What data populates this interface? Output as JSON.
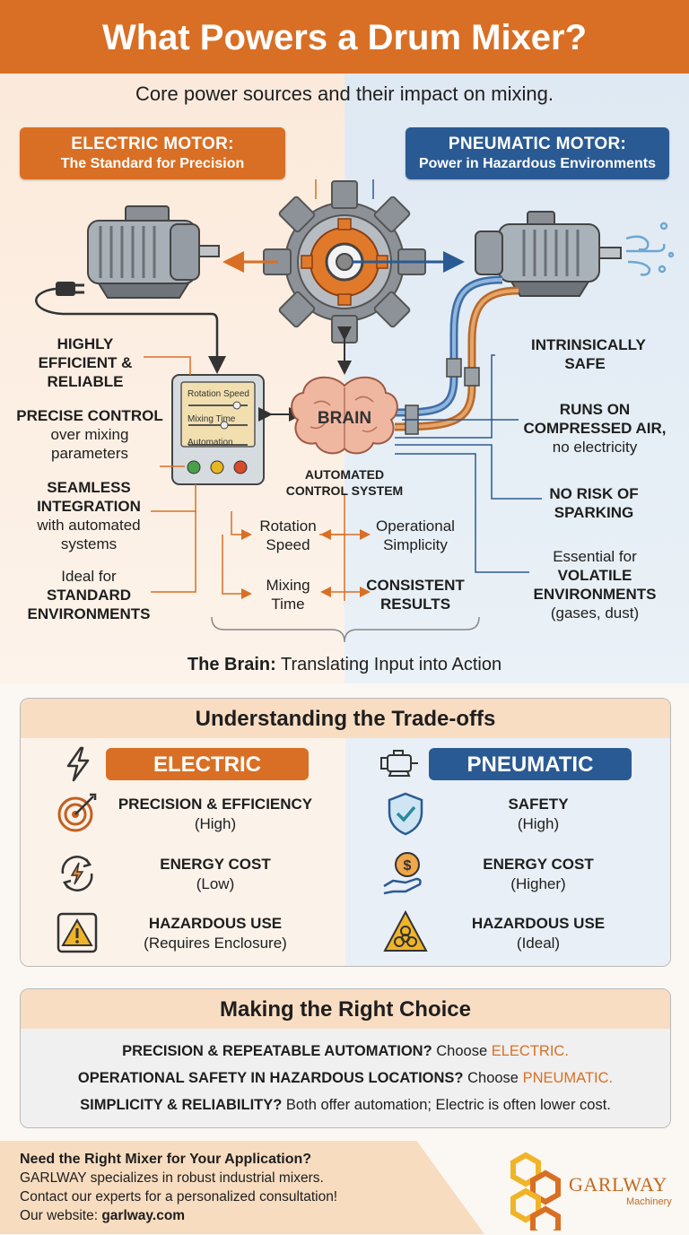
{
  "header": {
    "title": "What Powers a Drum Mixer?"
  },
  "subtitle": "Core power sources and their impact on mixing.",
  "electric": {
    "tag_title": "ELECTRIC MOTOR:",
    "tag_sub": "The Standard for Precision",
    "points": [
      {
        "bold": "HIGHLY EFFICIENT & RELIABLE",
        "rest": ""
      },
      {
        "bold": "PRECISE CONTROL",
        "rest": "over mixing parameters"
      },
      {
        "bold": "SEAMLESS INTEGRATION",
        "rest": "with automated systems"
      },
      {
        "pre": "Ideal for",
        "bold": "STANDARD ENVIRONMENTS"
      }
    ]
  },
  "pneumatic": {
    "tag_title": "PNEUMATIC MOTOR:",
    "tag_sub": "Power in Hazardous Environments",
    "points": [
      {
        "bold": "INTRINSICALLY SAFE"
      },
      {
        "bold": "RUNS ON COMPRESSED AIR,",
        "rest": "no electricity"
      },
      {
        "bold": "NO RISK OF SPARKING"
      },
      {
        "pre": "Essential for",
        "bold": "VOLATILE ENVIRONMENTS",
        "rest": "(gases, dust)"
      }
    ]
  },
  "control_panel": {
    "slider1": "Rotation Speed",
    "slider2": "Mixing Time",
    "slider3": "Automation"
  },
  "brain": {
    "label": "BRAIN",
    "caption": "AUTOMATED CONTROL SYSTEM",
    "outputs": [
      "Rotation Speed",
      "Operational Simplicity",
      "Mixing Time",
      "CONSISTENT RESULTS"
    ],
    "footer_bold": "The Brain:",
    "footer_rest": "Translating Input into Action"
  },
  "tradeoffs": {
    "title": "Understanding the Trade-offs",
    "electric_label": "ELECTRIC",
    "pneumatic_label": "PNEUMATIC",
    "electric_rows": [
      {
        "icon": "target-icon",
        "name": "PRECISION & EFFICIENCY",
        "value": "(High)"
      },
      {
        "icon": "energy-cycle-icon",
        "name": "ENERGY COST",
        "value": "(Low)"
      },
      {
        "icon": "warning-icon",
        "name": "HAZARDOUS USE",
        "value": "(Requires Enclosure)"
      }
    ],
    "pneumatic_rows": [
      {
        "icon": "shield-check-icon",
        "name": "SAFETY",
        "value": "(High)"
      },
      {
        "icon": "coin-hand-icon",
        "name": "ENERGY COST",
        "value": "(Higher)"
      },
      {
        "icon": "biohazard-icon",
        "name": "HAZARDOUS USE",
        "value": "(Ideal)"
      }
    ]
  },
  "choice": {
    "title": "Making the Right Choice",
    "lines": [
      {
        "bold": "PRECISION & REPEATABLE AUTOMATION?",
        "mid": "Choose",
        "accent": "ELECTRIC."
      },
      {
        "bold": "OPERATIONAL SAFETY IN HAZARDOUS LOCATIONS?",
        "mid": "Choose",
        "accent": "PNEUMATIC."
      },
      {
        "bold": "SIMPLICITY & RELIABILITY?",
        "mid": "Both offer automation; Electric is often lower cost.",
        "accent": ""
      }
    ]
  },
  "footer": {
    "heading": "Need the Right Mixer for Your Application?",
    "line1": "GARLWAY specializes in robust industrial mixers.",
    "line2": "Contact our experts for a personalized consultation!",
    "website_label": "Our website:",
    "website": "garlway.com",
    "logo_name": "GARLWAY",
    "logo_sub": "Machinery"
  },
  "colors": {
    "orange": "#d96f24",
    "blue": "#2a5a93",
    "peach": "#f9ddc2"
  }
}
